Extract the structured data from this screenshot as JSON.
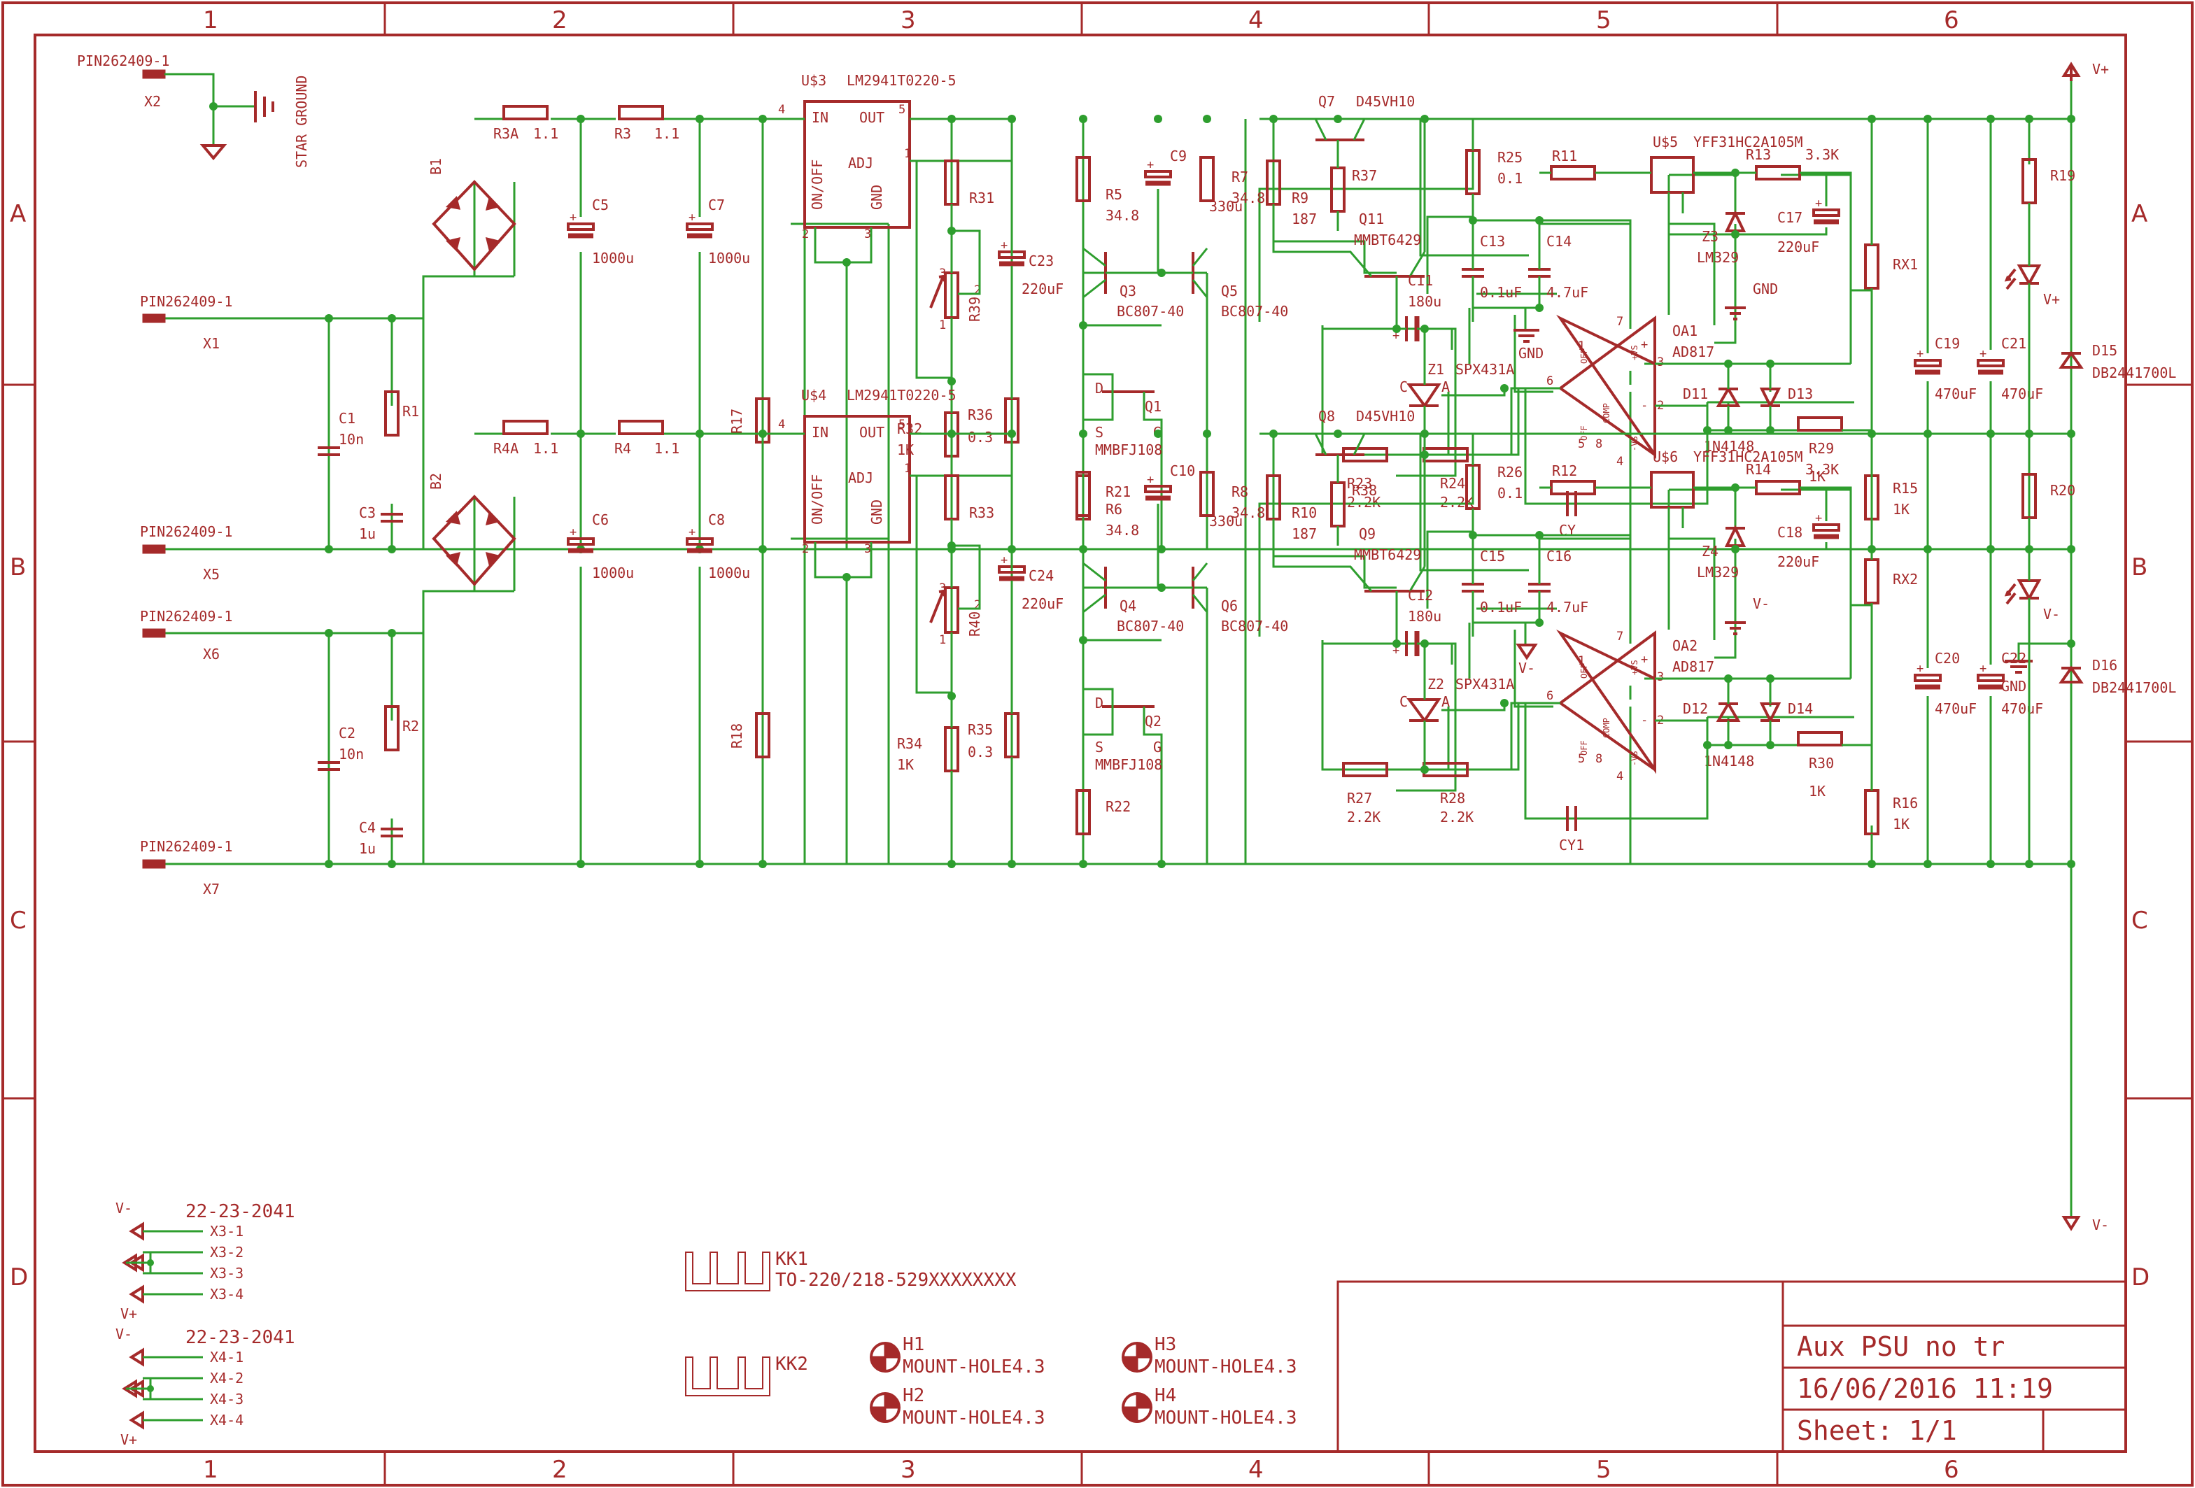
{
  "zones": {
    "columns": [
      "1",
      "2",
      "3",
      "4",
      "5",
      "6"
    ],
    "rows": [
      "A",
      "B",
      "C",
      "D"
    ]
  },
  "title_block": {
    "title": "Aux PSU no tr",
    "date": "16/06/2016 11:19",
    "sheet": "Sheet: 1/1"
  },
  "power": {
    "vplus": "V+",
    "vminus": "V-",
    "gnd": "GND",
    "star_ground": "STAR GROUND"
  },
  "connectors": {
    "x1": {
      "name": "X1",
      "part": "PIN262409-1"
    },
    "x2": {
      "name": "X2",
      "part": "PIN262409-1"
    },
    "x5": {
      "name": "X5",
      "part": "PIN262409-1"
    },
    "x6": {
      "name": "X6",
      "part": "PIN262409-1"
    },
    "x7": {
      "name": "X7",
      "part": "PIN262409-1"
    },
    "x3": {
      "part": "22-23-2041",
      "pins": [
        "X3-1",
        "X3-2",
        "X3-3",
        "X3-4"
      ]
    },
    "x4": {
      "part": "22-23-2041",
      "pins": [
        "X4-1",
        "X4-2",
        "X4-3",
        "X4-4"
      ]
    }
  },
  "heatsinks": [
    {
      "name": "KK1",
      "part": "TO-220/218-529XXXXXXXX"
    },
    {
      "name": "KK2",
      "part": ""
    }
  ],
  "mount_holes": [
    {
      "name": "H1",
      "part": "MOUNT-HOLE4.3"
    },
    {
      "name": "H2",
      "part": "MOUNT-HOLE4.3"
    },
    {
      "name": "H3",
      "part": "MOUNT-HOLE4.3"
    },
    {
      "name": "H4",
      "part": "MOUNT-HOLE4.3"
    }
  ],
  "regulator_pins": {
    "in": "IN",
    "out": "OUT",
    "adj": "ADJ",
    "gnd": "GND",
    "onoff": "ON/OFF"
  },
  "opamp_pins": {
    "vs_plus": "+VS",
    "vs_minus": "-VS",
    "off": "OFF",
    "comp": "COMP",
    "plus": "+",
    "minus": "-"
  },
  "channels": [
    {
      "B": "B1",
      "C_in": "C1",
      "C_in_v": "10n",
      "R_in": "R1",
      "C_x": "C3",
      "C_x_v": "1u",
      "R_a": "R3A",
      "R_a_v": "1.1",
      "R_b": "R3",
      "R_b_v": "1.1",
      "C_big1": "C5",
      "C_big1_v": "1000u",
      "C_big2": "C7",
      "C_big2_v": "1000u",
      "R_bl": "R17",
      "U": "U$3",
      "U_v": "LM2941T0220-5",
      "R_adj": "R31",
      "R_pot": "R39",
      "R_lo": "R32",
      "R_lo_v": "1K",
      "R_sh": "R36",
      "R_sh_v": "0.3",
      "C_o": "C23",
      "C_o_v": "220uF",
      "R_e1": "R5",
      "R_e1_v": "34.8",
      "C_9": "C9",
      "C_9_v": "330u",
      "R_e2": "R7",
      "R_e2_v": "34.8",
      "Q_a": "Q3",
      "Q_a_v": "BC807-40",
      "Q_b": "Q5",
      "Q_b_v": "BC807-40",
      "Q_j": "Q1",
      "Q_j_v": "MMBFJ108",
      "R_j": "R21",
      "R_9": "R9",
      "R_9_v": "187",
      "Q_p": "Q7",
      "Q_p_v": "D45VH10",
      "R_37": "R37",
      "Q_n": "Q11",
      "Q_n_v": "MMBT6429",
      "C_11": "C11",
      "C_11_v": "180u",
      "Z": "Z1",
      "Z_v": "SPX431A",
      "R_23": "R23",
      "R_23_v": "2.2K",
      "R_24": "R24",
      "R_24_v": "2.2K",
      "R_25": "R25",
      "R_25_v": "0.1",
      "C_13": "C13",
      "C_13_v": "0.1uF",
      "C_14": "C14",
      "C_14_v": "4.7uF",
      "U_r": "U$5",
      "U_r_v": "YFF31HC2A105M",
      "R_11": "R11",
      "R_13": "R13",
      "R_13_v": "3.3K",
      "Z_r": "Z3",
      "Z_r_v": "LM329",
      "C_17": "C17",
      "C_17_v": "220uF",
      "OA": "OA1",
      "OA_v": "AD817",
      "D_a": "D11",
      "D_b": "D13",
      "D_v": "1N4148",
      "R_29": "R29",
      "R_29_v": "1K",
      "C_Y": "CY",
      "R_X": "RX1",
      "R_15": "R15",
      "R_15_v": "1K",
      "C_19": "C19",
      "C_19_v": "470uF",
      "C_21": "C21",
      "C_21_v": "470uF",
      "R_19": "R19",
      "D_15": "D15",
      "D_15_v": "DB2441700L",
      "gnd": "GND",
      "led_net": "V+"
    },
    {
      "B": "B2",
      "C_in": "C2",
      "C_in_v": "10n",
      "R_in": "R2",
      "C_x": "C4",
      "C_x_v": "1u",
      "R_a": "R4A",
      "R_a_v": "1.1",
      "R_b": "R4",
      "R_b_v": "1.1",
      "C_big1": "C6",
      "C_big1_v": "1000u",
      "C_big2": "C8",
      "C_big2_v": "1000u",
      "R_bl": "R18",
      "U": "U$4",
      "U_v": "LM2941T0220-5",
      "R_adj": "R33",
      "R_pot": "R40",
      "R_lo": "R34",
      "R_lo_v": "1K",
      "R_sh": "R35",
      "R_sh_v": "0.3",
      "C_o": "C24",
      "C_o_v": "220uF",
      "R_e1": "R6",
      "R_e1_v": "34.8",
      "C_9": "C10",
      "C_9_v": "330u",
      "R_e2": "R8",
      "R_e2_v": "34.8",
      "Q_a": "Q4",
      "Q_a_v": "BC807-40",
      "Q_b": "Q6",
      "Q_b_v": "BC807-40",
      "Q_j": "Q2",
      "Q_j_v": "MMBFJ108",
      "R_j": "R22",
      "R_9": "R10",
      "R_9_v": "187",
      "Q_p": "Q8",
      "Q_p_v": "D45VH10",
      "R_37": "R38",
      "Q_n": "Q9",
      "Q_n_v": "MMBT6429",
      "C_11": "C12",
      "C_11_v": "180u",
      "Z": "Z2",
      "Z_v": "SPX431A",
      "R_23": "R27",
      "R_23_v": "2.2K",
      "R_24": "R28",
      "R_24_v": "2.2K",
      "R_25": "R26",
      "R_25_v": "0.1",
      "C_13": "C15",
      "C_13_v": "0.1uF",
      "C_14": "C16",
      "C_14_v": "4.7uF",
      "U_r": "U$6",
      "U_r_v": "YFF31HC2A105M",
      "R_11": "R12",
      "R_13": "R14",
      "R_13_v": "3.3K",
      "Z_r": "Z4",
      "Z_r_v": "LM329",
      "C_17": "C18",
      "C_17_v": "220uF",
      "OA": "OA2",
      "OA_v": "AD817",
      "D_a": "D12",
      "D_b": "D14",
      "D_v": "1N4148",
      "R_29": "R30",
      "R_29_v": "1K",
      "C_Y": "CY1",
      "R_X": "RX2",
      "R_15": "R16",
      "R_15_v": "1K",
      "C_19": "C20",
      "C_19_v": "470uF",
      "C_21": "C22",
      "C_21_v": "470uF",
      "R_19": "R20",
      "D_15": "D16",
      "D_15_v": "DB2441700L",
      "gnd": "V-",
      "led_net": "V-"
    }
  ]
}
